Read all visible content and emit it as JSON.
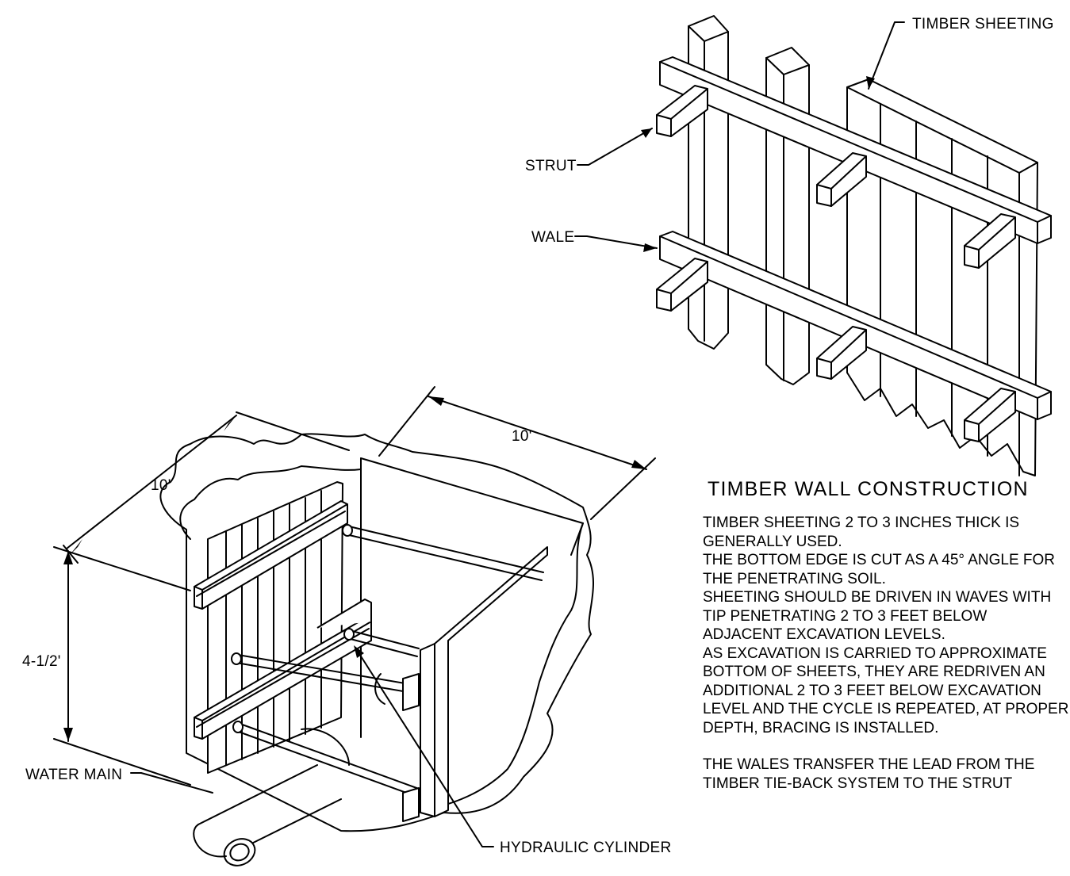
{
  "labels": {
    "timber_sheeting": "TIMBER SHEETING",
    "strut": "STRUT",
    "wale": "WALE",
    "dim_width": "10'",
    "dim_length": "10'",
    "dim_depth": "4-1/2'",
    "water_main": "WATER MAIN",
    "hydraulic_cylinder": "HYDRAULIC CYLINDER"
  },
  "title": "TIMBER WALL CONSTRUCTION",
  "notes": [
    "TIMBER SHEETING 2 TO 3 INCHES THICK IS",
    "GENERALLY USED.",
    "THE BOTTOM EDGE IS CUT AS A 45° ANGLE FOR",
    "THE PENETRATING SOIL.",
    "SHEETING SHOULD BE DRIVEN IN WAVES WITH",
    "TIP PENETRATING 2 TO 3 FEET BELOW",
    "ADJACENT EXCAVATION LEVELS.",
    "AS EXCAVATION IS CARRIED TO APPROXIMATE",
    "BOTTOM OF SHEETS, THEY ARE REDRIVEN AN",
    "ADDITIONAL 2 TO 3 FEET BELOW EXCAVATION",
    "LEVEL AND THE CYCLE IS REPEATED, AT PROPER",
    "DEPTH, BRACING IS INSTALLED."
  ],
  "notes2": [
    "THE WALES TRANSFER THE LEAD FROM THE",
    "TIMBER TIE-BACK SYSTEM TO THE STRUT"
  ]
}
